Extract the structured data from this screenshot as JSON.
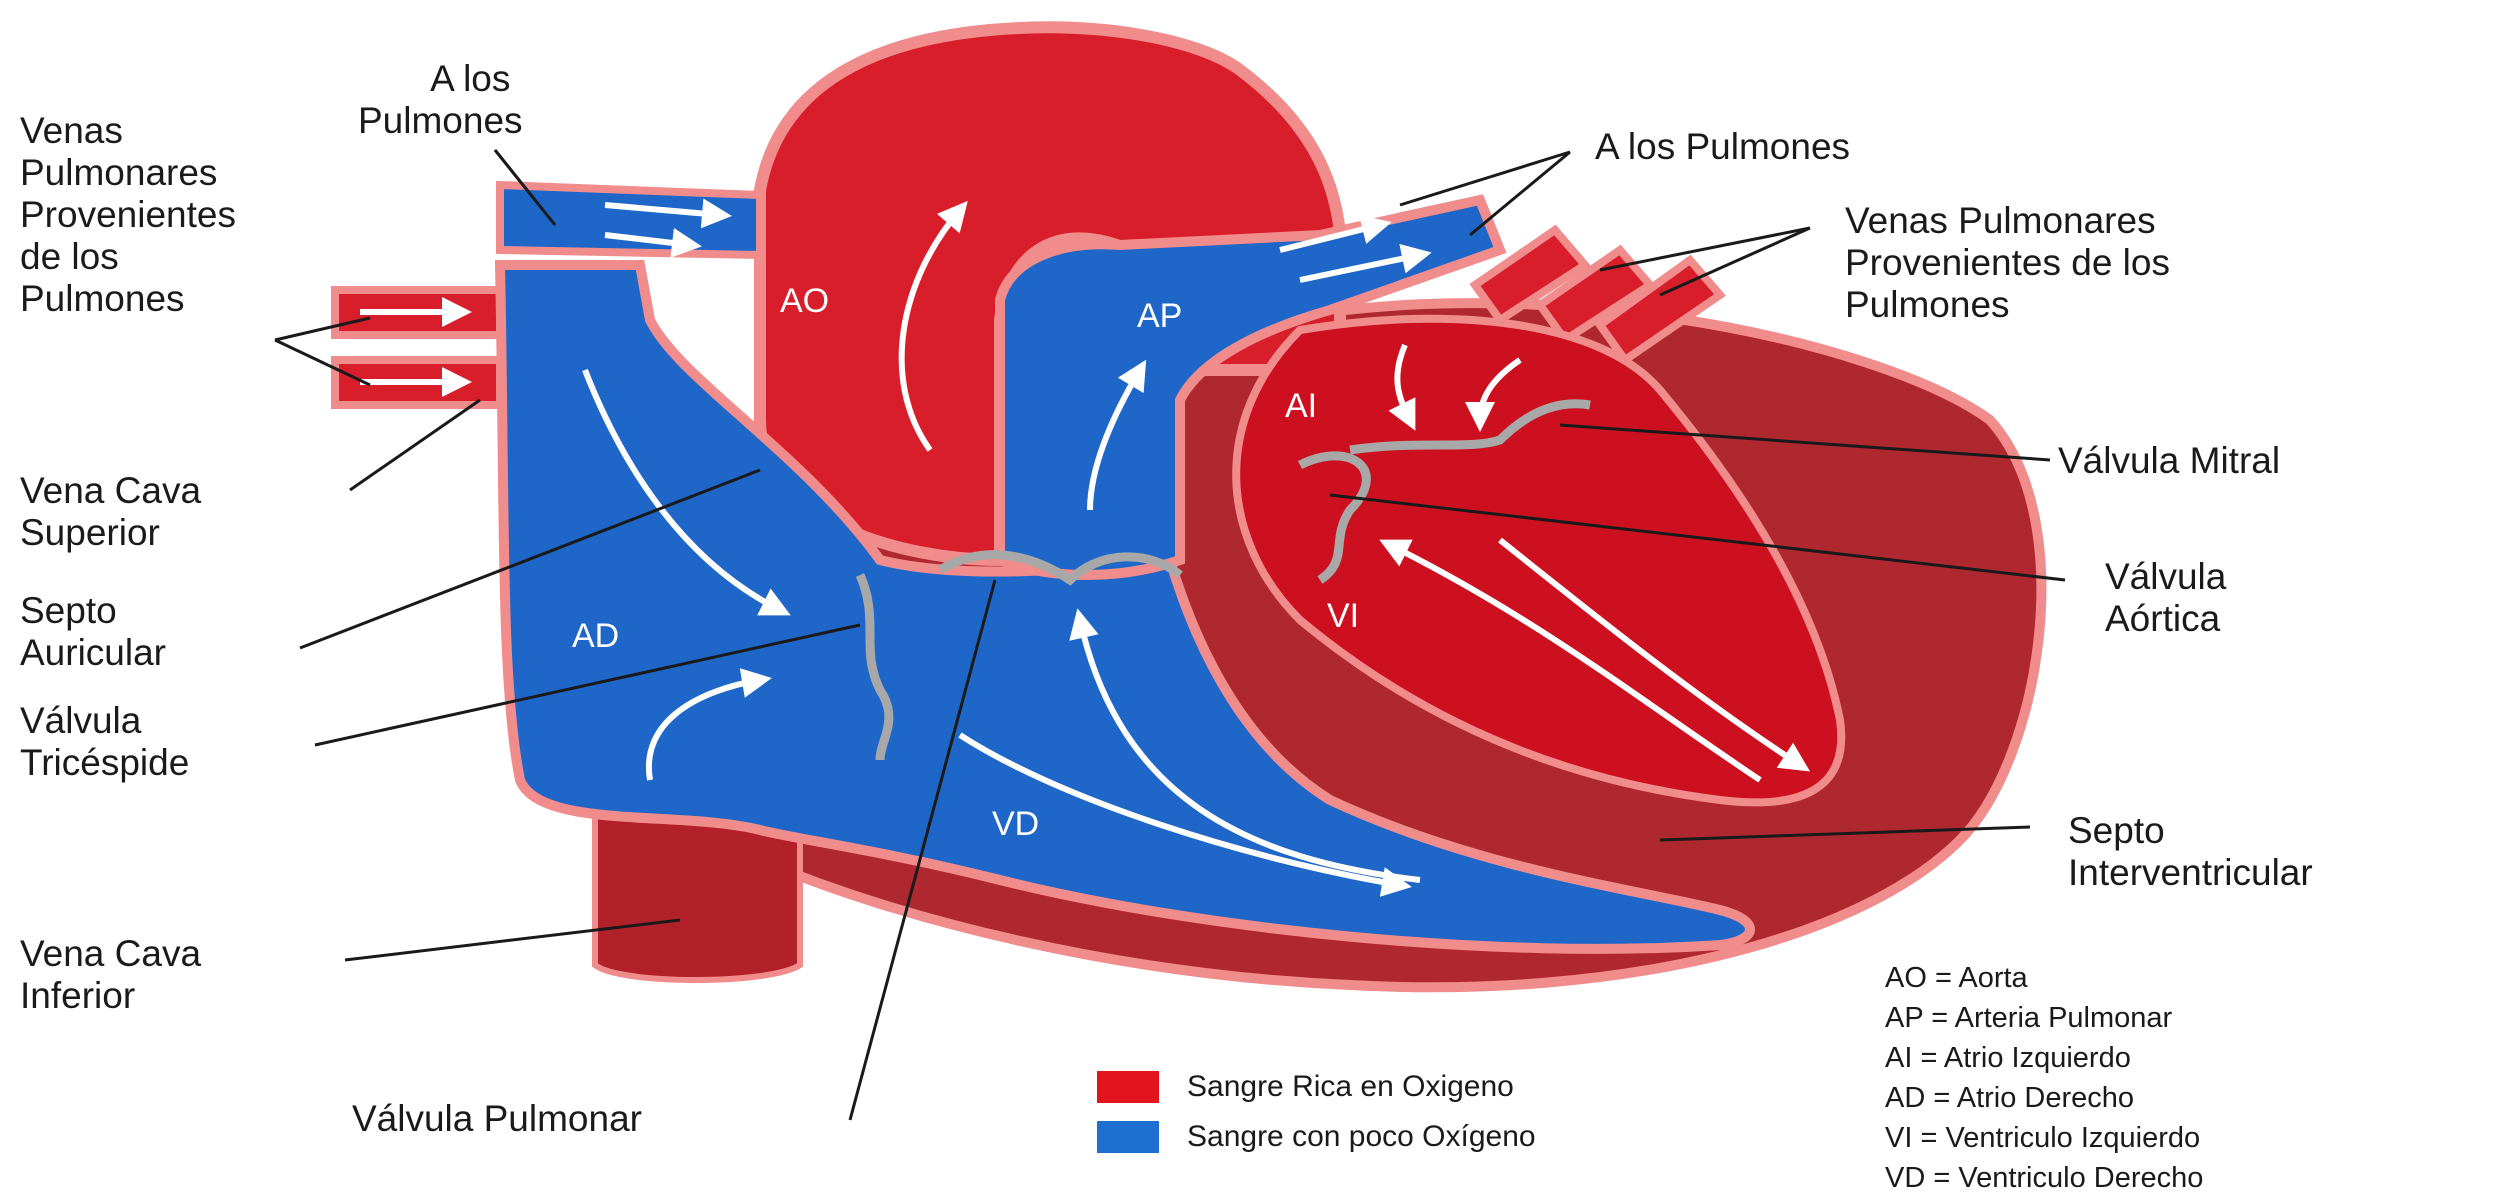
{
  "colors": {
    "oxygen_rich": "#d81e2a",
    "oxygen_poor": "#1e66c8",
    "muscle": "#b0282f",
    "outline": "#f08c8c",
    "valve": "#a8a8a8"
  },
  "chambers": {
    "ao": "AO",
    "ap": "AP",
    "ai": "AI",
    "ad": "AD",
    "vi": "VI",
    "vd": "VD"
  },
  "labels": {
    "a_los_pulmones_left": [
      "A los",
      "Pulmones"
    ],
    "venas_pulmonares_left": [
      "Venas",
      "Pulmonares",
      "Provenientes",
      "de los",
      "Pulmones"
    ],
    "vena_cava_superior": [
      "Vena Cava",
      "Superior"
    ],
    "septo_auricular": [
      "Septo",
      "Auricular"
    ],
    "valvula_tricuspide": [
      "Válvula",
      "Tricéspide"
    ],
    "vena_cava_inferior": [
      "Vena Cava",
      "Inferior"
    ],
    "valvula_pulmonar": [
      "Válvula Pulmonar"
    ],
    "a_los_pulmones_right": [
      "A los Pulmones"
    ],
    "venas_pulmonares_right": [
      "Venas Pulmonares",
      "Provenientes de los",
      "Pulmones"
    ],
    "valvula_mitral": [
      "Válvula Mitral"
    ],
    "valvula_aortica": [
      "Válvula",
      "Aórtica"
    ],
    "septo_interventricular": [
      "Septo",
      "Interventricular"
    ]
  },
  "legend": [
    {
      "label": "Sangre Rica en Oxigeno",
      "color": "#e3141e"
    },
    {
      "label": "Sangre con poco Oxígeno",
      "color": "#1f6fd0"
    }
  ],
  "abbreviations": [
    "AO = Aorta",
    "AP = Arteria Pulmonar",
    "AI = Atrio Izquierdo",
    "AD = Atrio Derecho",
    "VI = Ventriculo Izquierdo",
    "VD = Ventriculo Derecho"
  ]
}
